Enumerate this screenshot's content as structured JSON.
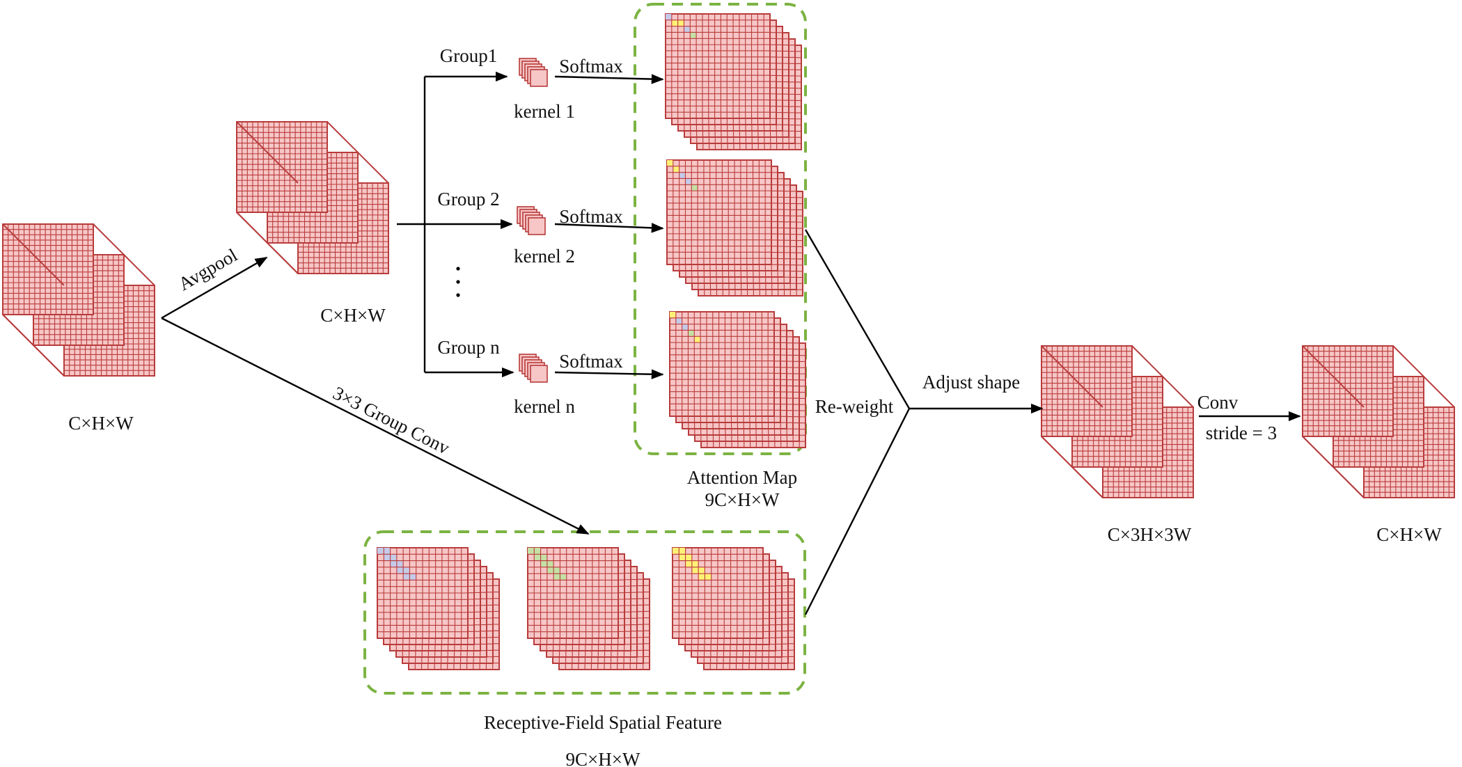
{
  "labels": {
    "input_dim": "C×H×W",
    "avgpool": "Avgpool",
    "pooled_dim": "C×H×W",
    "group1": "Group1",
    "group2": "Group 2",
    "groupn": "Group n",
    "kernel1": "kernel 1",
    "kernel2": "kernel 2",
    "kerneln": "kernel n",
    "softmax": "Softmax",
    "attention_map": "Attention Map",
    "attention_dim": "9C×H×W",
    "group_conv": "3×3 Group Conv",
    "rf_feature": "Receptive-Field Spatial Feature",
    "rf_dim": "9C×H×W",
    "reweight": "Re-weight",
    "adjust_shape": "Adjust shape",
    "adjusted_dim": "C×3H×3W",
    "conv": "Conv",
    "stride": "stride = 3",
    "output_dim": "C×H×W"
  },
  "colors": {
    "cell_fill": "#f7c6c6",
    "grid_line": "#b83b3b",
    "group_border": "#7cb342",
    "highlight_blue": "#c5cae9",
    "highlight_green": "#c5e1a5",
    "highlight_yellow": "#fff176",
    "arrow": "#000000"
  }
}
